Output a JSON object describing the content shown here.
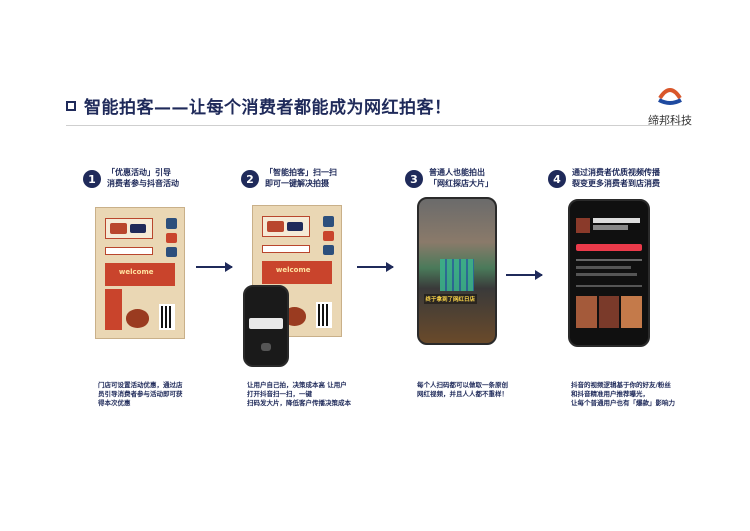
{
  "header": {
    "title": "智能拍客——让每个消费者都能成为网红拍客！",
    "logo_text": "缔邦科技"
  },
  "steps": [
    {
      "num": "1",
      "caption_line1": "「优惠活动」引导",
      "caption_line2": "消费者参与抖音活动",
      "desc_line1": "门店可设置活动优惠，通过店",
      "desc_line2": "员引导消费者参与活动即可获",
      "desc_line3": "得本次优惠"
    },
    {
      "num": "2",
      "caption_line1": "「智能拍客」扫一扫",
      "caption_line2": "即可一键解决拍摄",
      "desc_line1": "让用户自己拍，决策成本高 让用户",
      "desc_line2": "打开抖音扫一扫，一键",
      "desc_line3": "扫码发大片，降低客户传播决策成本"
    },
    {
      "num": "3",
      "caption_line1": "普通人也能拍出",
      "caption_line2": "「网红探店大片」",
      "desc_line1": "每个人扫码都可以做取一条原创",
      "desc_line2": "网红视频，并且人人都不重样！",
      "desc_line3": ""
    },
    {
      "num": "4",
      "caption_line1": "通过消费者优质视频传播",
      "caption_line2": "裂变更多消费者到店消费",
      "desc_line1": "抖音的视频逻辑基于你的好友/粉丝",
      "desc_line2": "和抖音精准用户推荐曝光，",
      "desc_line3": "让每个普通用户也有「爆款」影响力"
    }
  ],
  "poster": {
    "welcome": "welcome"
  },
  "phone3": {
    "overlay_text": "终于拿到了网红日店"
  },
  "colors": {
    "navy": "#1f2a5a",
    "red": "#c9442c",
    "cream": "#ead7b4"
  }
}
